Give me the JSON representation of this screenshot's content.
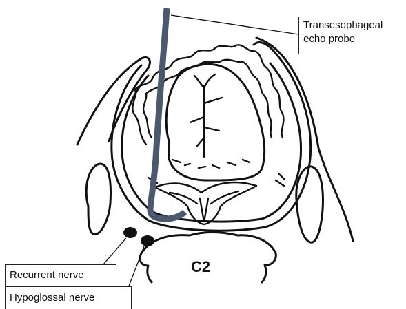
{
  "labels": {
    "probe_line1": "Transesophageal",
    "probe_line2": "echo probe",
    "recurrent": "Recurrent nerve",
    "hypoglossal": "Hypoglossal nerve"
  },
  "vertebra_label": "C2",
  "colors": {
    "probe": "#4a5a6e",
    "ink": "#111111",
    "nerve": "#111111",
    "background": "#ffffff"
  }
}
